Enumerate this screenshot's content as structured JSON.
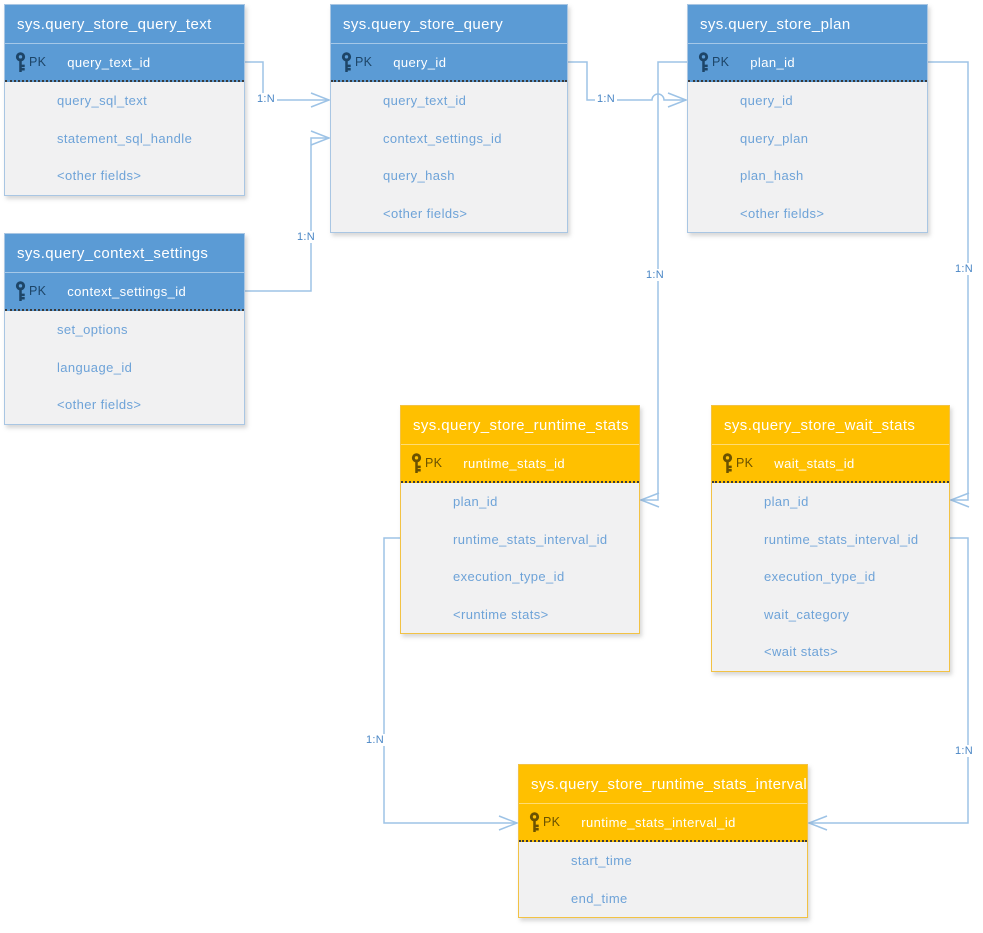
{
  "diagram": {
    "kind": "entity-relationship-diagram",
    "colors": {
      "blue_header": "#5b9bd5",
      "orange_header": "#ffc000",
      "body_background": "#f1f1f2",
      "field_text": "#6ea3d8",
      "connector_line": "#9dc3e6",
      "cardinality_text": "#4a86c5",
      "blue_key": "#1d4568",
      "orange_key": "#6b5200"
    },
    "tables": [
      {
        "title": "sys.query_store_query_text",
        "theme": "blue",
        "pk_label": "PK",
        "pk_field": "query_text_id",
        "fields": [
          "query_sql_text",
          "statement_sql_handle",
          "<other fields>"
        ]
      },
      {
        "title": "sys.query_store_query",
        "theme": "blue",
        "pk_label": "PK",
        "pk_field": "query_id",
        "fields": [
          "query_text_id",
          "context_settings_id",
          "query_hash",
          "<other fields>"
        ]
      },
      {
        "title": "sys.query_store_plan",
        "theme": "blue",
        "pk_label": "PK",
        "pk_field": "plan_id",
        "fields": [
          "query_id",
          "query_plan",
          "plan_hash",
          "<other fields>"
        ]
      },
      {
        "title": "sys.query_context_settings",
        "theme": "blue",
        "pk_label": "PK",
        "pk_field": "context_settings_id",
        "fields": [
          "set_options",
          "language_id",
          "<other fields>"
        ]
      },
      {
        "title": "sys.query_store_runtime_stats",
        "theme": "orange",
        "pk_label": "PK",
        "pk_field": "runtime_stats_id",
        "fields": [
          "plan_id",
          "runtime_stats_interval_id",
          "execution_type_id",
          "<runtime stats>"
        ]
      },
      {
        "title": "sys.query_store_wait_stats",
        "theme": "orange",
        "pk_label": "PK",
        "pk_field": "wait_stats_id",
        "fields": [
          "plan_id",
          "runtime_stats_interval_id",
          "execution_type_id",
          "wait_category",
          "<wait stats>"
        ]
      },
      {
        "title": "sys.query_store_runtime_stats_interval",
        "theme": "orange",
        "pk_label": "PK",
        "pk_field": "runtime_stats_interval_id",
        "fields": [
          "start_time",
          "end_time"
        ]
      }
    ],
    "relationships": [
      {
        "label": "1:N",
        "from": "sys.query_store_query_text.query_text_id",
        "to": "sys.query_store_query.query_text_id"
      },
      {
        "label": "1:N",
        "from": "sys.query_context_settings.context_settings_id",
        "to": "sys.query_store_query.context_settings_id"
      },
      {
        "label": "1:N",
        "from": "sys.query_store_query.query_id",
        "to": "sys.query_store_plan.query_id"
      },
      {
        "label": "1:N",
        "from": "sys.query_store_plan.plan_id",
        "to": "sys.query_store_runtime_stats.plan_id"
      },
      {
        "label": "1:N",
        "from": "sys.query_store_plan.plan_id",
        "to": "sys.query_store_wait_stats.plan_id"
      },
      {
        "label": "1:N",
        "from": "sys.query_store_runtime_stats.runtime_stats_interval_id",
        "to": "sys.query_store_runtime_stats_interval.runtime_stats_interval_id"
      },
      {
        "label": "1:N",
        "from": "sys.query_store_wait_stats.runtime_stats_interval_id",
        "to": "sys.query_store_runtime_stats_interval.runtime_stats_interval_id"
      }
    ]
  }
}
